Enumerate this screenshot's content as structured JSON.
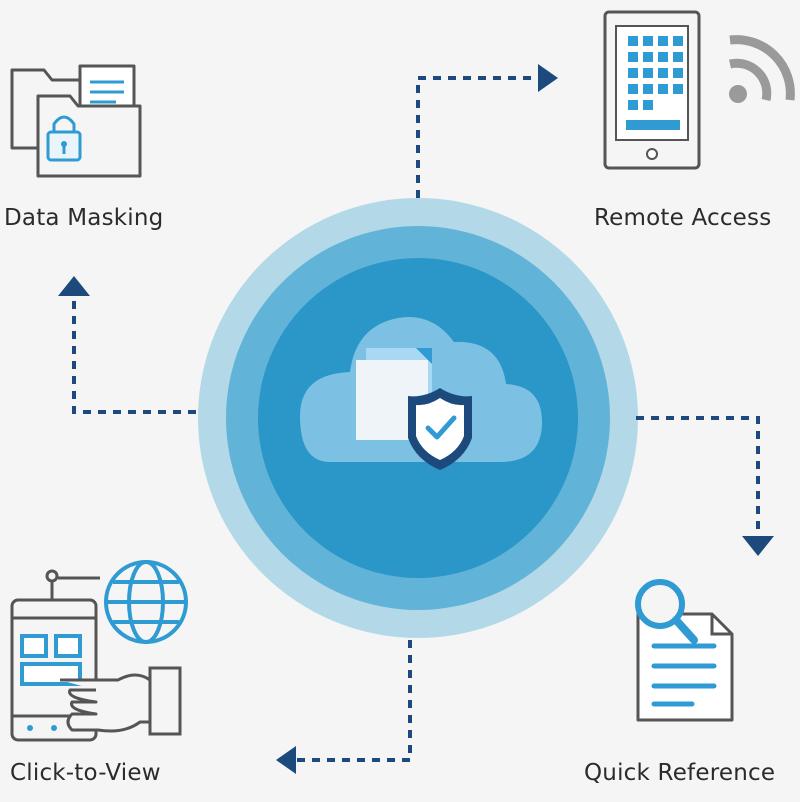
{
  "labels": {
    "data_masking": "Data Masking",
    "remote_access": "Remote Access",
    "click_to_view": "Click-to-View",
    "quick_reference": "Quick Reference"
  },
  "icons": {
    "center": "cloud-shield-icon",
    "data_masking": "locked-folders-icon",
    "remote_access": "tablet-wifi-icon",
    "click_to_view": "phone-hand-globe-icon",
    "quick_reference": "document-search-icon"
  },
  "colors": {
    "background": "#f5f5f5",
    "ring_outer": "#b3d9e8",
    "ring_middle": "#62b3d8",
    "ring_inner": "#2a97c8",
    "arrow": "#1d4a7c",
    "accent": "#2f9bd2",
    "icon_stroke": "#555555"
  }
}
